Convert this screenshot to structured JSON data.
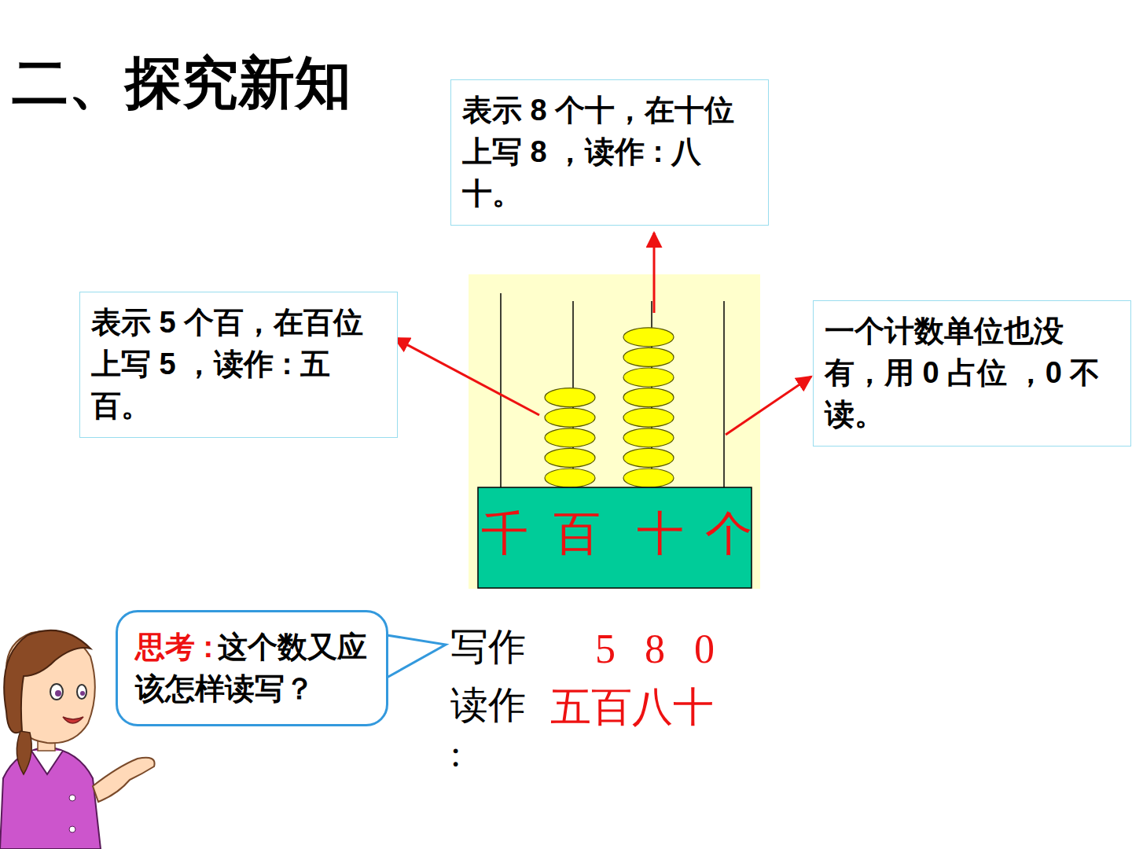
{
  "diagram": {
    "title": "二、探究新知",
    "nodes": [
      {
        "text": [
          "表示 8 个十，在十位上写 8 ，读作 : 八十。"
        ]
      },
      {
        "text": [
          "表示 5 个百，在百位上写 5 ，读作 : 五百。"
        ]
      },
      {
        "text": [
          "一个计数单位也没有，用 0 占位 ，0 不读。"
        ]
      },
      {
        "text": [
          "思考 :",
          "这个数又应该怎样读写？"
        ]
      }
    ],
    "labels": [
      "千",
      "百",
      "十",
      "个",
      "写作",
      "5 8 0",
      "读作 :",
      "五百八十"
    ]
  }
}
